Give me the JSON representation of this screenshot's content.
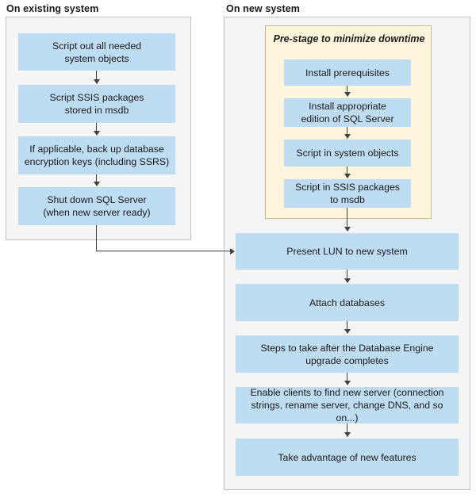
{
  "diagram": {
    "sections": {
      "existing": {
        "title": "On existing system"
      },
      "new": {
        "title": "On new system"
      }
    },
    "prestage": {
      "label": "Pre-stage to minimize downtime",
      "fill_color": "#fdf6dc",
      "border_color": "#c9bb8c"
    },
    "node_fill_color": "#bedcf2",
    "panel_fill_color": "#f5f5f5",
    "panel_border_color": "#bfbfbf",
    "connector_color": "#404040",
    "existing_nodes": [
      {
        "id": "script-objects",
        "line1": "Script out all needed",
        "line2": "system objects"
      },
      {
        "id": "script-ssis",
        "line1": "Script SSIS packages",
        "line2": "stored in msdb"
      },
      {
        "id": "backup-keys",
        "line1": "If applicable, back up database",
        "line2": "encryption keys (including SSRS)"
      },
      {
        "id": "shutdown",
        "line1": "Shut down SQL Server",
        "line2": "(when new server ready)"
      }
    ],
    "prestage_nodes": [
      {
        "id": "install-prereq",
        "line1": "Install prerequisites",
        "line2": ""
      },
      {
        "id": "install-edition",
        "line1": "Install appropriate",
        "line2": "edition of SQL Server"
      },
      {
        "id": "script-sys-obj",
        "line1": "Script in system objects",
        "line2": ""
      },
      {
        "id": "script-ssis-new",
        "line1": "Script in SSIS packages",
        "line2": "to msdb"
      }
    ],
    "new_nodes": [
      {
        "id": "present-lun",
        "line1": "Present LUN to new system",
        "line2": ""
      },
      {
        "id": "attach-db",
        "line1": "Attach databases",
        "line2": ""
      },
      {
        "id": "post-upgrade",
        "line1": "Steps to take after the Database Engine",
        "line2": "upgrade completes"
      },
      {
        "id": "enable-clients",
        "line1": "Enable clients to find new server (connection",
        "line2": "strings, rename server, change DNS, and so on...)"
      },
      {
        "id": "new-features",
        "line1": "Take advantage of new features",
        "line2": ""
      }
    ]
  }
}
